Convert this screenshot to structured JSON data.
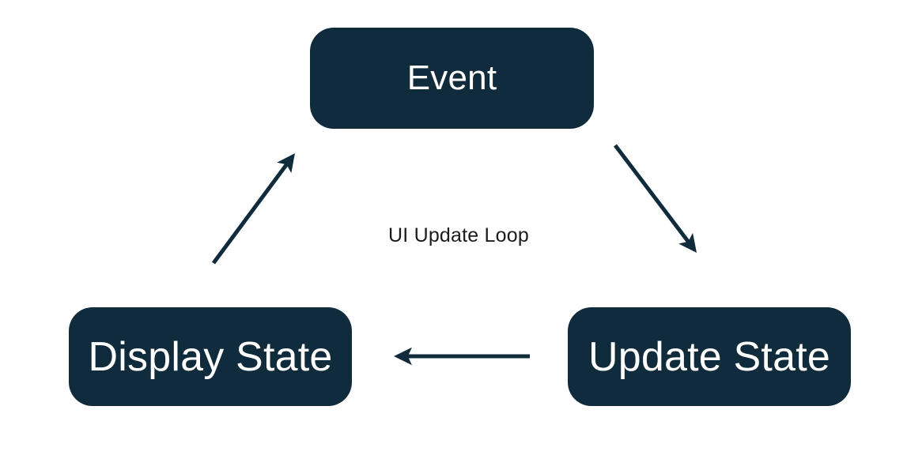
{
  "diagram": {
    "title": "UI Update Loop",
    "type": "cycle-diagram",
    "background_color": "#ffffff",
    "node_fill_color": "#102b3c",
    "node_text_color": "#ffffff",
    "arrow_color": "#102b3c",
    "label_text_color": "#1b1b1b",
    "nodes": [
      {
        "id": "event",
        "label": "Event"
      },
      {
        "id": "update-state",
        "label": "Update State"
      },
      {
        "id": "display-state",
        "label": "Display State"
      }
    ],
    "center_label": "UI Update Loop",
    "edges": [
      {
        "id": "event-to-update",
        "from": "Event",
        "to": "Update State",
        "direction": "down-right"
      },
      {
        "id": "update-to-display",
        "from": "Update State",
        "to": "Display State",
        "direction": "left"
      },
      {
        "id": "display-to-event",
        "from": "Display State",
        "to": "Event",
        "direction": "up-right"
      }
    ]
  }
}
